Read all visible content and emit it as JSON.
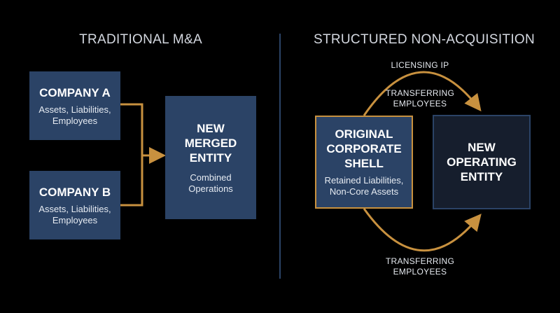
{
  "left": {
    "heading": "TRADITIONAL M&A",
    "company_a": {
      "title": "COMPANY A",
      "subtitle": "Assets, Liabilities, Employees"
    },
    "company_b": {
      "title": "COMPANY B",
      "subtitle": "Assets, Liabilities, Employees"
    },
    "merged": {
      "title": "NEW MERGED ENTITY",
      "subtitle": "Combined Operations"
    }
  },
  "right": {
    "heading": "STRUCTURED NON-ACQUISITION",
    "shell": {
      "title": "ORIGINAL CORPORATE SHELL",
      "subtitle": "Retained Liabilities, Non-Core Assets"
    },
    "new_entity": {
      "title": "NEW OPERATING ENTITY"
    },
    "label_top_1": "LICENSING IP",
    "label_top_2": "TRANSFERRING EMPLOYEES",
    "label_bottom": "TRANSFERRING EMPLOYEES"
  },
  "colors": {
    "background": "#000000",
    "box_blue": "#2b4366",
    "dark_box": "#161e2d",
    "accent_gold": "#c8913f",
    "divider": "#2b4366"
  }
}
